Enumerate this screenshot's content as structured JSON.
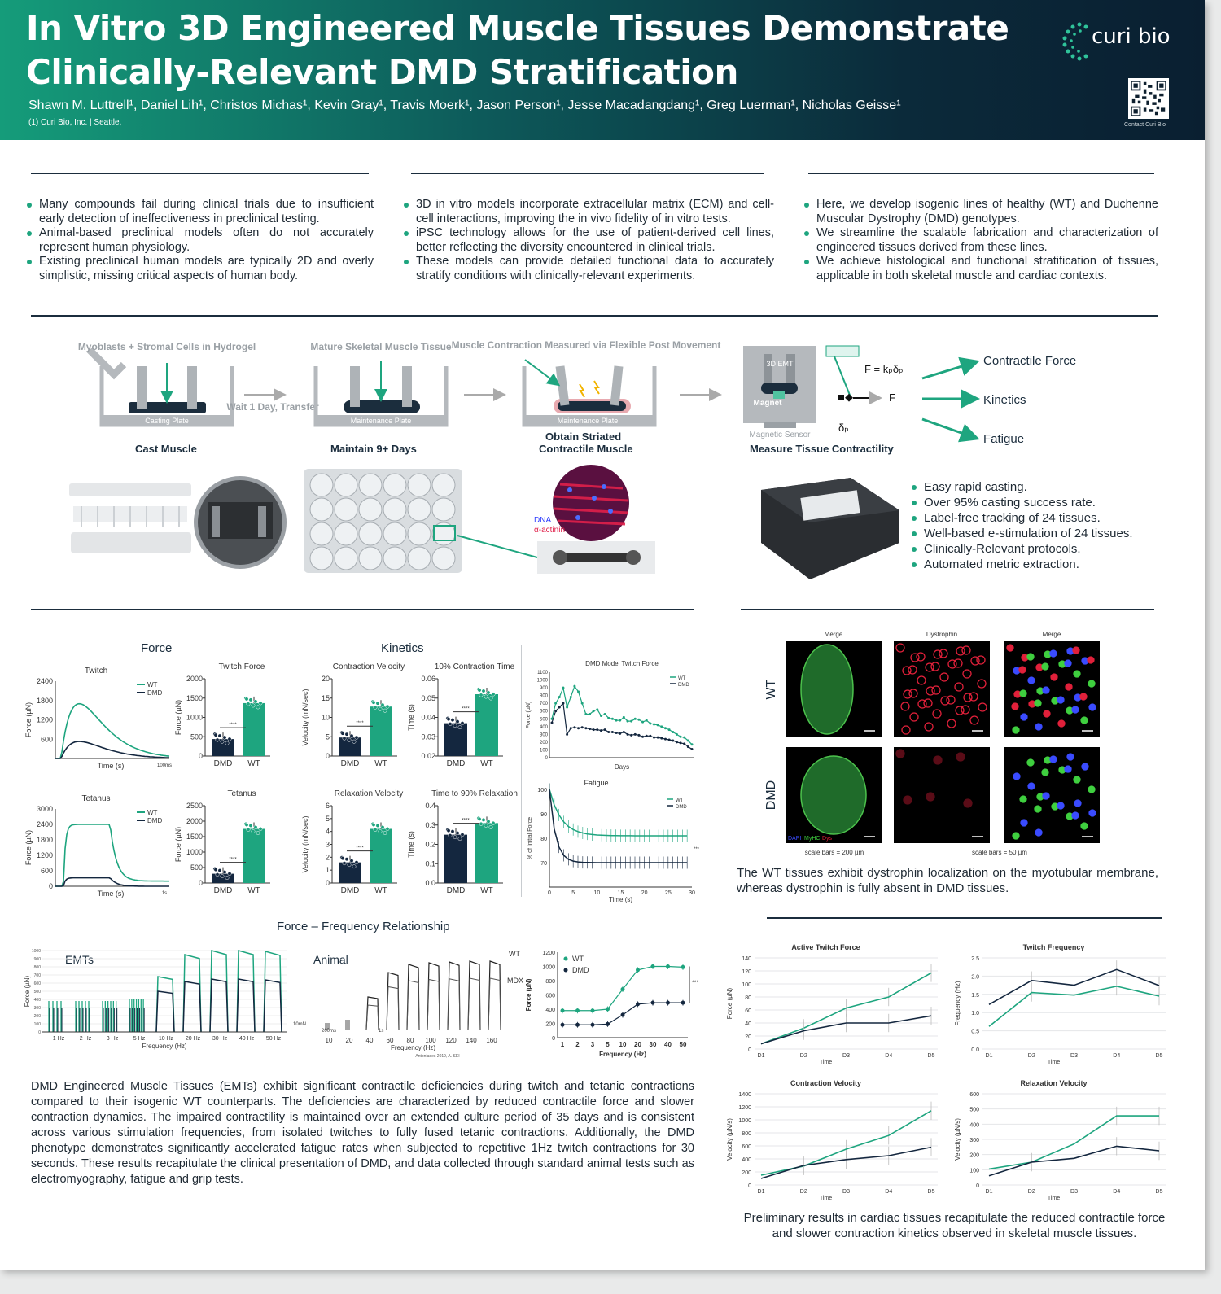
{
  "header": {
    "title_line1": "In Vitro 3D Engineered Muscle Tissues Demonstrate",
    "title_line2": "Clinically-Relevant DMD Stratification",
    "authors": "Shawn M. Luttrell¹, Daniel Lih¹, Christos Michas¹, Kevin Gray¹, Travis Moerk¹, Jason Person¹, Jesse Macadangdang¹, Greg Luerman¹, Nicholas Geisse¹",
    "affiliation": "(1) Curi Bio, Inc. | Seattle,",
    "logo": "curi bio",
    "qr_caption": "Contact Curi Bio"
  },
  "intro": {
    "col1": [
      "Many compounds fail during clinical trials due to insufficient early detection of ineffectiveness in preclinical testing.",
      "Animal-based preclinical models often do not accurately represent human physiology.",
      "Existing preclinical human models are typically 2D and overly simplistic, missing critical aspects of human body."
    ],
    "col2": [
      "3D in vitro models incorporate extracellular matrix (ECM) and cell-cell interactions, improving the in vivo fidelity of in vitro tests.",
      "iPSC technology allows for the use of patient-derived cell lines, better reflecting the diversity encountered in clinical trials.",
      "These models can provide detailed functional data to accurately stratify conditions with clinically-relevant experiments."
    ],
    "col3": [
      "Here, we develop isogenic lines of healthy (WT) and Duchenne Muscular Dystrophy (DMD) genotypes.",
      "We streamline the scalable fabrication and characterization of engineered tissues derived from these lines.",
      "We achieve histological and functional stratification of tissues, applicable in both skeletal muscle and cardiac contexts."
    ]
  },
  "workflow": {
    "step1_label": "Myoblasts + Stromal Cells in Hydrogel",
    "step1_plate": "Casting Plate",
    "step1_cap": "Cast Muscle",
    "transfer": "Wait 1 Day, Transfer",
    "step2_label": "Mature Skeletal Muscle Tissue",
    "step2_plate": "Maintenance Plate",
    "step2_cap": "Maintain 9+ Days",
    "step3_label": "Muscle Contraction Measured via Flexible Post Movement",
    "step3_plate": "Maintenance Plate",
    "step3_cap1": "Obtain Striated",
    "step3_cap2": "Contractile Muscle",
    "step4_emt": "3D EMT",
    "step4_magnet": "Magnet",
    "step4_sensor": "Magnetic Sensor",
    "step4_eq": "F = kₚδₚ",
    "step4_f": "F",
    "step4_delta": "δₚ",
    "step4_cap": "Measure Tissue Contractility",
    "outputs": [
      "Contractile Force",
      "Kinetics",
      "Fatigue"
    ],
    "stain_dna": "DNA",
    "stain_actinin": "α-actinin",
    "features": [
      "Easy rapid casting.",
      "Over 95% casting success rate.",
      "Label-free tracking of 24 tissues.",
      "Well-based e-stimulation of 24 tissues.",
      "Clinically-Relevant protocols.",
      "Automated metric extraction."
    ]
  },
  "func": {
    "force_title": "Force",
    "kinetics_title": "Kinetics",
    "twitch": "Twitch",
    "tetanus": "Tetanus",
    "twitch_force": "Twitch Force",
    "tetanus2": "Tetanus",
    "cv": "Contraction Velocity",
    "ct": "10% Contraction Time",
    "rv": "Relaxation Velocity",
    "rt": "Time to 90% Relaxation",
    "dmd_title": "DMD Model Twitch Force",
    "fatigue": "Fatigue",
    "ff_title": "Force – Frequency Relationship",
    "emts": "EMTs",
    "animal": "Animal",
    "wt": "WT",
    "dmd": "DMD",
    "mdx": "MDX",
    "time": "Time (s)",
    "days": "Days",
    "freq": "Frequency (Hz)",
    "force_ylabel": "Force (µN)",
    "vel_ylabel": "Velocity (mN/sec)",
    "time_ylabel": "Time (s)",
    "pct_ylabel": "% of Initial Force",
    "sb_100ms": "100ms",
    "sb_1s": "1s",
    "sb_10mn": "10mN",
    "sb_200ms": "200ms",
    "sb_1s_b": "1s",
    "stars": "****",
    "stars3": "***",
    "source": "Antoniades 2019, A. SEI",
    "paragraph": "DMD Engineered Muscle Tissues (EMTs) exhibit significant contractile deficiencies during twitch and tetanic contractions compared to their isogenic WT counterparts. The deficiencies are characterized by reduced contractile force and slower contraction dynamics. The impaired contractility is maintained over an extended culture period of 35 days and is consistent across various stimulation frequencies, from isolated twitches to fully fused tetanic contractions. Additionally, the DMD phenotype demonstrates significantly accelerated fatigue rates when subjected to repetitive 1Hz twitch contractions for 30 seconds. These results recapitulate the clinical presentation of DMD, and data collected through standard animal tests such as electromyography, fatigue and grip tests."
  },
  "histo": {
    "cols": [
      "Merge",
      "Dystrophin",
      "Merge"
    ],
    "rows": [
      "WT",
      "DMD"
    ],
    "legend_dapi": "DAPI",
    "legend_myhc": "MyHC",
    "legend_dys": "Dys",
    "sb1": "scale bars = 200 µm",
    "sb2": "scale bars = 50 µm",
    "text": "The WT tissues exhibit dystrophin localization on the myotubular membrane, whereas dystrophin is fully absent in DMD tissues."
  },
  "cardiac": {
    "text": "Preliminary results in cardiac tissues recapitulate the reduced contractile force and slower contraction kinetics observed in skeletal muscle tissues.",
    "xlabel": "Time"
  },
  "chart_data": [
    {
      "type": "line",
      "title": "Twitch",
      "xlabel": "Time (s)",
      "ylabel": "Force (µN)",
      "yticks": [
        600,
        1200,
        1800,
        2400
      ],
      "series": [
        {
          "name": "WT",
          "peak": 1700,
          "color": "#1ea57f"
        },
        {
          "name": "DMD",
          "peak": 530,
          "color": "#14273f"
        }
      ]
    },
    {
      "type": "bar",
      "title": "Twitch Force",
      "categories": [
        "DMD",
        "WT"
      ],
      "values": [
        440,
        1370
      ],
      "ylabel": "Force (µN)",
      "ylim": [
        0,
        2000
      ],
      "yticks": [
        0,
        500,
        1000,
        1500,
        2000
      ]
    },
    {
      "type": "bar",
      "title": "Contraction Velocity",
      "categories": [
        "DMD",
        "WT"
      ],
      "values": [
        4.8,
        12.8
      ],
      "ylabel": "Velocity (mN/sec)",
      "ylim": [
        0,
        20
      ],
      "yticks": [
        0,
        5,
        10,
        15,
        20
      ]
    },
    {
      "type": "bar",
      "title": "10% Contraction Time",
      "categories": [
        "DMD",
        "WT"
      ],
      "values": [
        0.037,
        0.052
      ],
      "ylabel": "Time (s)",
      "ylim": [
        0.02,
        0.06
      ],
      "yticks": [
        0.02,
        0.03,
        0.04,
        0.05,
        0.06
      ]
    },
    {
      "type": "line",
      "title": "DMD Model Twitch Force",
      "xlabel": "Days",
      "ylabel": "Force (µN)",
      "ylim": [
        0,
        1100
      ],
      "series": [
        {
          "name": "WT"
        },
        {
          "name": "DMD"
        }
      ]
    },
    {
      "type": "line",
      "title": "Tetanus",
      "xlabel": "Time (s)",
      "ylabel": "Force (µN)",
      "yticks": [
        0,
        600,
        1200,
        1800,
        2400,
        3000
      ],
      "series": [
        {
          "name": "WT",
          "plateau": 2400
        },
        {
          "name": "DMD",
          "plateau": 330
        }
      ]
    },
    {
      "type": "bar",
      "title": "Tetanus",
      "categories": [
        "DMD",
        "WT"
      ],
      "values": [
        300,
        1750
      ],
      "ylabel": "Force (µN)",
      "ylim": [
        0,
        2500
      ],
      "yticks": [
        0,
        500,
        1000,
        1500,
        2000,
        2500
      ]
    },
    {
      "type": "bar",
      "title": "Relaxation Velocity",
      "categories": [
        "DMD",
        "WT"
      ],
      "values": [
        1.6,
        4.2
      ],
      "ylabel": "Velocity (mN/sec)",
      "ylim": [
        0,
        6
      ],
      "yticks": [
        0,
        1,
        2,
        3,
        4,
        5,
        6
      ]
    },
    {
      "type": "bar",
      "title": "Time to 90% Relaxation",
      "categories": [
        "DMD",
        "WT"
      ],
      "values": [
        0.25,
        0.31
      ],
      "ylabel": "Time (s)",
      "ylim": [
        0,
        0.4
      ],
      "yticks": [
        0.0,
        0.1,
        0.2,
        0.3,
        0.4
      ]
    },
    {
      "type": "line",
      "title": "Fatigue",
      "xlabel": "Time (s)",
      "ylabel": "% of Initial Force",
      "ylim": [
        60,
        100
      ],
      "xticks": [
        0,
        5,
        10,
        15,
        20,
        25,
        30
      ],
      "series": [
        {
          "name": "WT",
          "final": 81
        },
        {
          "name": "DMD",
          "final": 70
        }
      ]
    },
    {
      "type": "line",
      "title": "Force – Frequency Relationship",
      "xlabel": "Frequency (Hz)",
      "ylabel": "Force (µN)",
      "categories": [
        "1",
        "2",
        "3",
        "5",
        "10",
        "20",
        "30",
        "40",
        "50"
      ],
      "ylim": [
        0,
        1200
      ],
      "yticks": [
        0,
        200,
        400,
        600,
        800,
        1000,
        1200
      ],
      "series": [
        {
          "name": "WT",
          "values": [
            380,
            380,
            380,
            400,
            680,
            950,
            1000,
            1000,
            990
          ]
        },
        {
          "name": "DMD",
          "values": [
            180,
            180,
            180,
            190,
            320,
            470,
            490,
            490,
            490
          ]
        }
      ]
    },
    {
      "type": "line",
      "title": "Active Twitch Force",
      "categories": [
        "D1",
        "D2",
        "D3",
        "D4",
        "D5"
      ],
      "xlabel": "Time",
      "ylabel": "Force (µN)",
      "ylim": [
        0,
        140
      ],
      "yticks": [
        0,
        20,
        40,
        60,
        80,
        100,
        120,
        140
      ],
      "series": [
        {
          "name": "WT",
          "values": [
            8,
            32,
            63,
            80,
            117
          ]
        },
        {
          "name": "DMD",
          "values": [
            8,
            28,
            40,
            40,
            51
          ]
        }
      ]
    },
    {
      "type": "line",
      "title": "Twitch Frequency",
      "categories": [
        "D1",
        "D2",
        "D3",
        "D4",
        "D5"
      ],
      "xlabel": "Time",
      "ylabel": "Frequency (Hz)",
      "ylim": [
        0,
        2.5
      ],
      "yticks": [
        0,
        0.5,
        1,
        1.5,
        2,
        2.5
      ],
      "series": [
        {
          "name": "WT",
          "values": [
            0.62,
            1.55,
            1.48,
            1.72,
            1.45
          ]
        },
        {
          "name": "DMD",
          "values": [
            1.22,
            1.88,
            1.75,
            2.18,
            1.74
          ]
        }
      ]
    },
    {
      "type": "line",
      "title": "Contraction Velocity",
      "categories": [
        "D1",
        "D2",
        "D3",
        "D4",
        "D5"
      ],
      "xlabel": "Time",
      "ylabel": "Velocity (µN/s)",
      "ylim": [
        0,
        1400
      ],
      "yticks": [
        0,
        200,
        400,
        600,
        800,
        1000,
        1200,
        1400
      ],
      "series": [
        {
          "name": "WT",
          "values": [
            150,
            290,
            550,
            760,
            1140
          ]
        },
        {
          "name": "DMD",
          "values": [
            100,
            300,
            390,
            450,
            580
          ]
        }
      ]
    },
    {
      "type": "line",
      "title": "Relaxation Velocity",
      "categories": [
        "D1",
        "D2",
        "D3",
        "D4",
        "D5"
      ],
      "xlabel": "Time",
      "ylabel": "Velocity (µN/s)",
      "ylim": [
        0,
        600
      ],
      "yticks": [
        0,
        100,
        200,
        300,
        400,
        500,
        600
      ],
      "series": [
        {
          "name": "WT",
          "values": [
            105,
            150,
            270,
            455,
            455
          ]
        },
        {
          "name": "DMD",
          "values": [
            60,
            150,
            175,
            255,
            225
          ]
        }
      ]
    }
  ]
}
